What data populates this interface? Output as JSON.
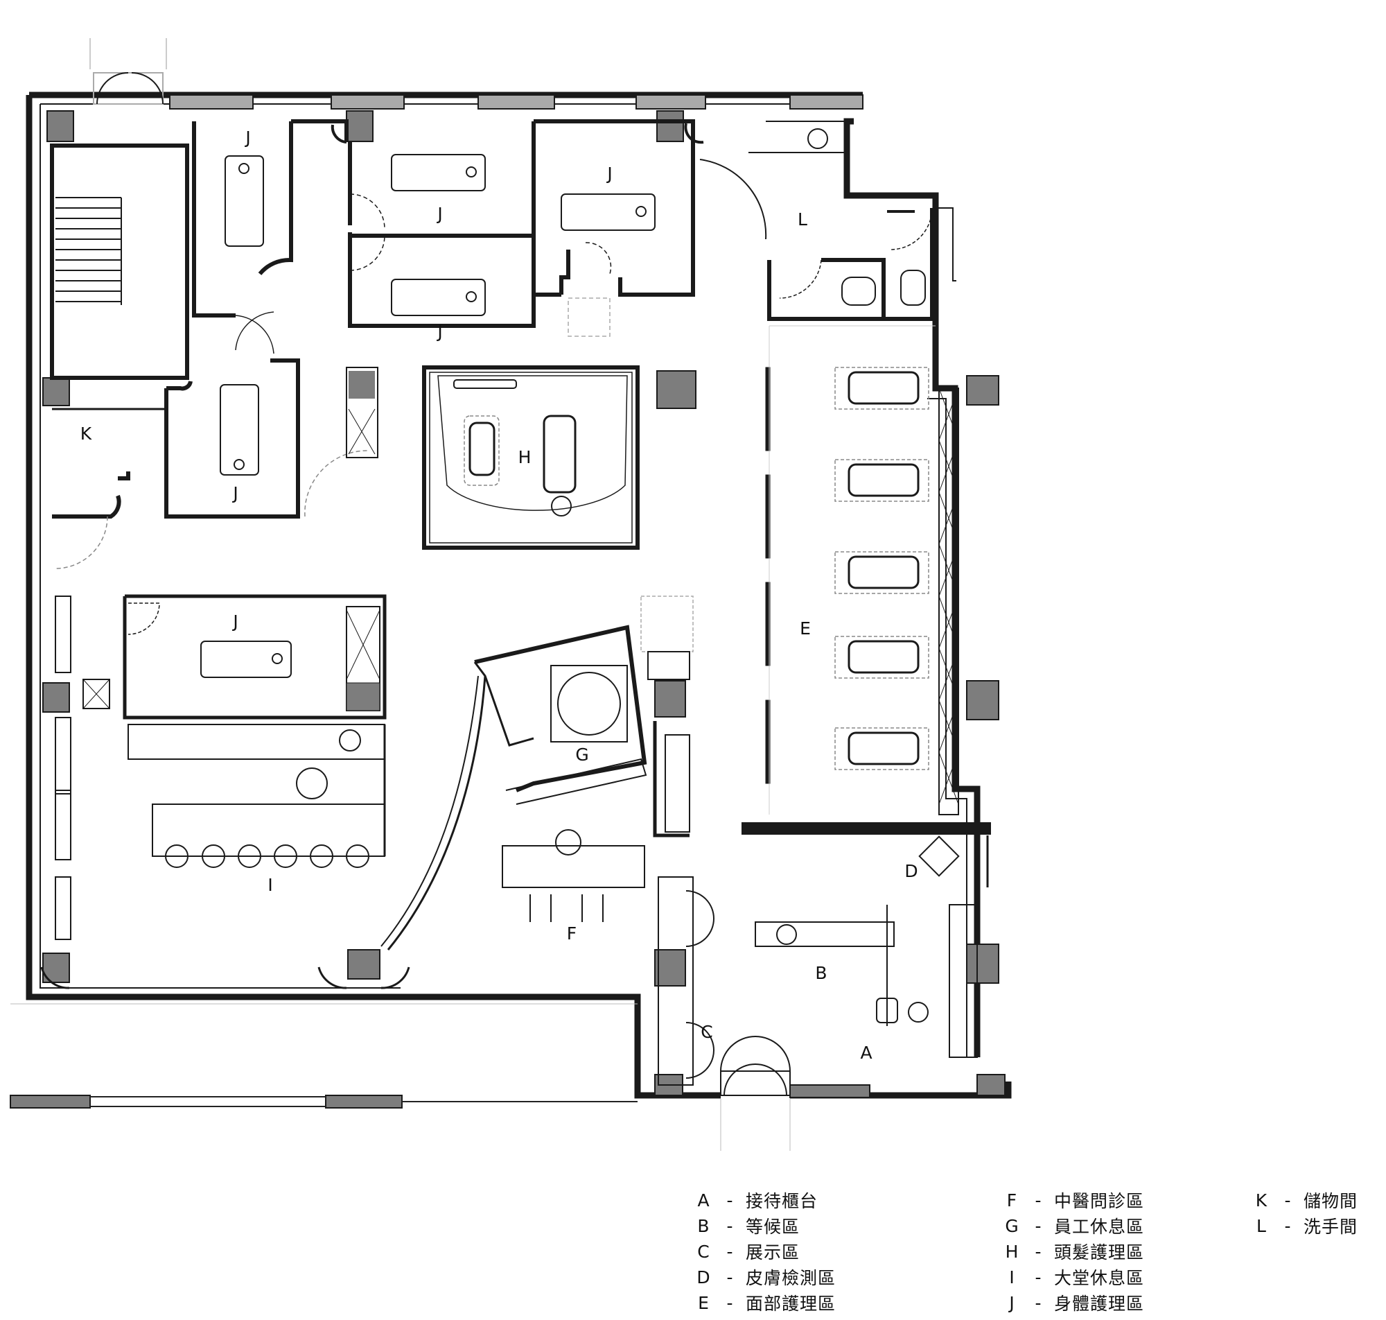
{
  "plan_labels": {
    "A": "A",
    "B": "B",
    "C": "C",
    "D": "D",
    "E": "E",
    "F": "F",
    "G": "G",
    "H": "H",
    "I": "I",
    "J": "J",
    "K": "K",
    "L": "L"
  },
  "legend": {
    "dash": "-",
    "items": [
      {
        "key": "A",
        "text": "接待櫃台"
      },
      {
        "key": "B",
        "text": "等候區"
      },
      {
        "key": "C",
        "text": "展示區"
      },
      {
        "key": "D",
        "text": "皮膚檢測區"
      },
      {
        "key": "E",
        "text": "面部護理區"
      },
      {
        "key": "F",
        "text": "中醫問診區"
      },
      {
        "key": "G",
        "text": "員工休息區"
      },
      {
        "key": "H",
        "text": "頭髮護理區"
      },
      {
        "key": "I",
        "text": "大堂休息區"
      },
      {
        "key": "J",
        "text": "身體護理區"
      },
      {
        "key": "K",
        "text": "儲物間"
      },
      {
        "key": "L",
        "text": "洗手間"
      }
    ]
  },
  "colors": {
    "wall": "#1a1a1a",
    "column": "#7d7d7d",
    "column_light": "#a9a9a9",
    "line": "#222222",
    "dashed": "#888888"
  }
}
